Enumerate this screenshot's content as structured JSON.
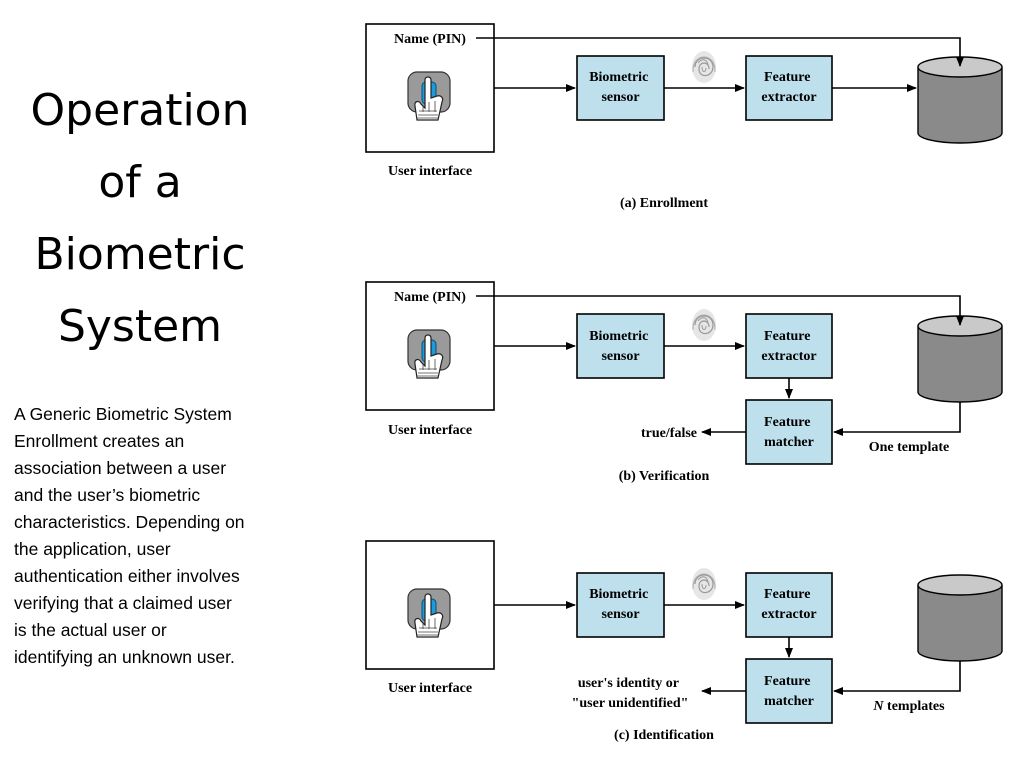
{
  "slide": {
    "title_lines": [
      "Operation",
      "of a",
      "Biometric",
      "System"
    ],
    "body_lines": [
      "A Generic Biometric System",
      "Enrollment creates an",
      "association between a user",
      "and the user’s biometric",
      "characteristics. Depending on",
      "the application, user",
      "authentication either involves",
      "verifying that a claimed user",
      "is the actual user or",
      "identifying an unknown user."
    ]
  },
  "diagram": {
    "labels": {
      "name_pin": "Name (PIN)",
      "user_interface": "User interface",
      "biometric_sensor": [
        "Biometric",
        "sensor"
      ],
      "feature_extractor": [
        "Feature",
        "extractor"
      ],
      "feature_matcher": [
        "Feature",
        "matcher"
      ]
    },
    "enrollment": {
      "caption": "(a) Enrollment"
    },
    "verification": {
      "caption": "(b) Verification",
      "output": "true/false",
      "db_label": "One template"
    },
    "identification": {
      "caption": "(c) Identification",
      "output": [
        "user's identity or",
        "\"user unidentified\""
      ],
      "db_label_prefix": "N",
      "db_label_suffix": " templates"
    },
    "colors": {
      "box_fill": "#bde0ec",
      "database_fill": "#8a8a8a",
      "database_top": "#c9c9c9",
      "scanner_fill": "#9a9a9a",
      "scanner_glow": "#1e9ad6"
    },
    "icons": [
      "finger-scanner-icon",
      "fingerprint-icon",
      "database-icon",
      "arrow-icon"
    ]
  }
}
